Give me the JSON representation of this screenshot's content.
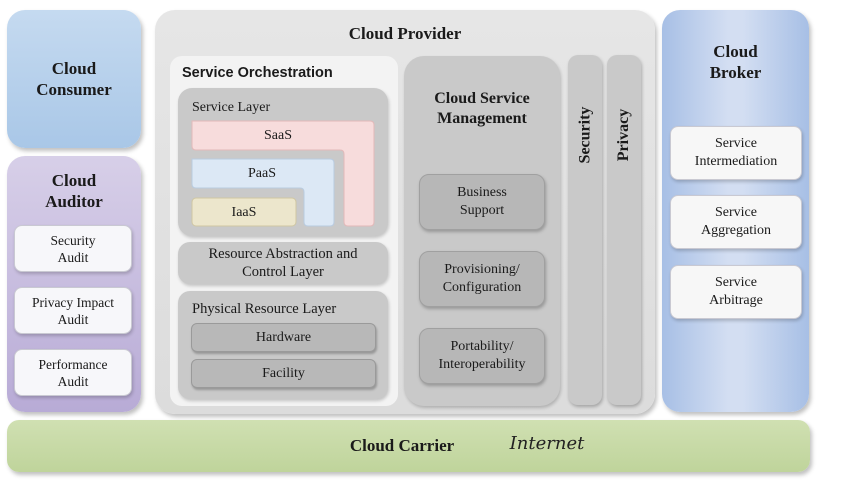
{
  "consumer": {
    "title": "Cloud Consumer"
  },
  "auditor": {
    "title": "Cloud Auditor",
    "items": [
      "Security Audit",
      "Privacy Impact Audit",
      "Performance Audit"
    ]
  },
  "provider": {
    "title": "Cloud Provider",
    "orchestration": {
      "title": "Service Orchestration",
      "service_layer": {
        "title": "Service Layer",
        "saas": "SaaS",
        "paas": "PaaS",
        "iaas": "IaaS"
      },
      "resource_abstraction": "Resource Abstraction and Control Layer",
      "physical_layer": {
        "title": "Physical Resource Layer",
        "hardware": "Hardware",
        "facility": "Facility"
      }
    },
    "management": {
      "title": "Cloud Service Management",
      "items": [
        "Business Support",
        "Provisioning/ Configuration",
        "Portability/ Interoperability"
      ]
    },
    "security": "Security",
    "privacy": "Privacy"
  },
  "broker": {
    "title": "Cloud Broker",
    "items": [
      "Service Intermediation",
      "Service Aggregation",
      "Service Arbitrage"
    ]
  },
  "carrier": {
    "title": "Cloud Carrier",
    "handwritten": "Internet"
  },
  "colors": {
    "consumer": "#b6d0ec",
    "auditor": "#c6bbdf",
    "provider": "#e0e0e0",
    "broker": "#bcd0ee",
    "carrier": "#c8dba7",
    "saas": "#f7dcdc",
    "paas": "#dce8f5",
    "iaas": "#ece6cc"
  }
}
